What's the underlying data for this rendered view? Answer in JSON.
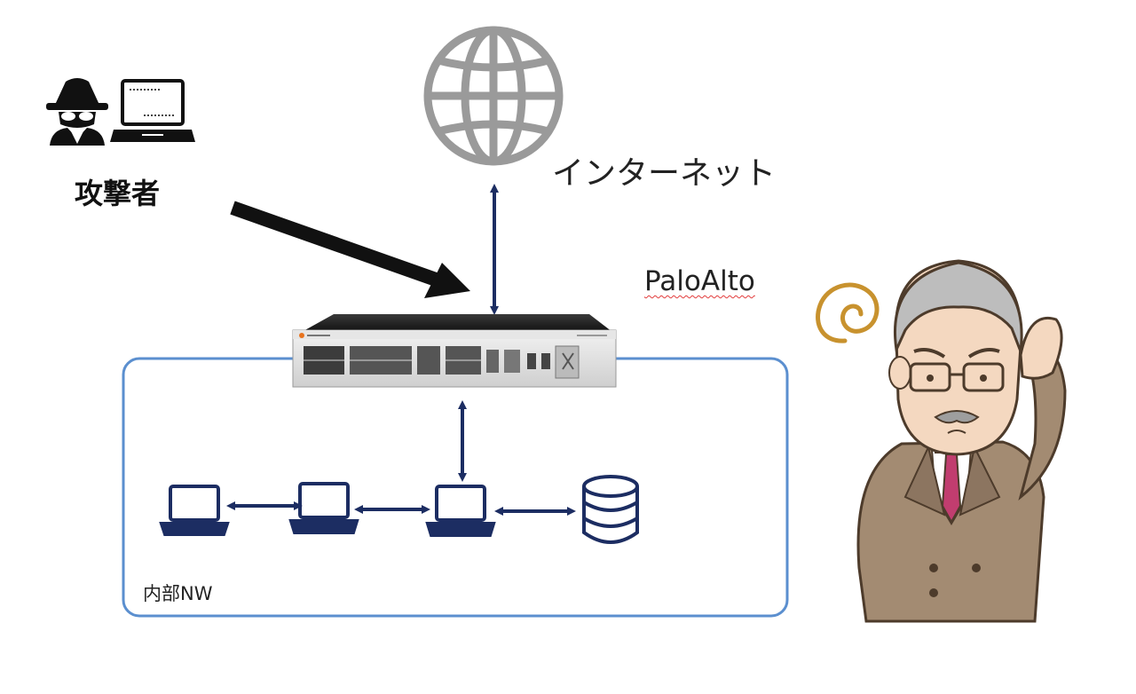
{
  "labels": {
    "attacker": "攻撃者",
    "internet": "インターネット",
    "device": "PaloAlto",
    "network": "内部NW"
  },
  "colors": {
    "arrow": "#1c2d62",
    "network_border": "#5b8fcf",
    "globe": "#9a9a9a",
    "icon_dark": "#1c2d62",
    "attacker": "#111111",
    "suit": "#a38b72"
  },
  "icons": {
    "attacker": "spy-icon",
    "attacker_pc": "laptop-icon",
    "internet": "globe-icon",
    "firewall": "firewall-appliance",
    "clients": "laptop-icon",
    "server": "database-icon",
    "person": "confused-man-icon"
  }
}
